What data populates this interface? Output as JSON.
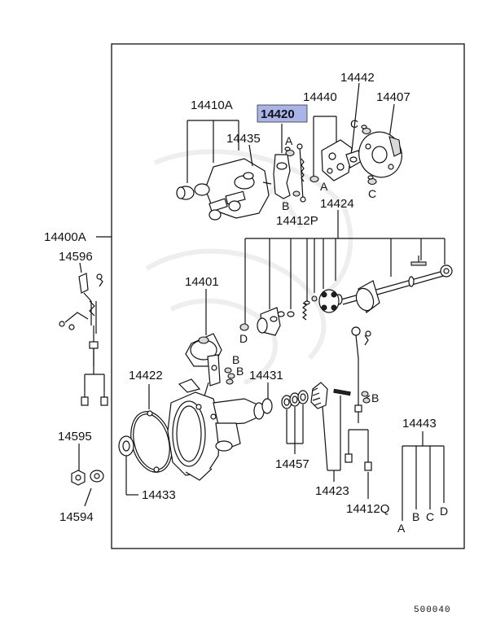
{
  "parts": {
    "p14410A": "14410A",
    "p14420": "14420",
    "p14440": "14440",
    "p14442": "14442",
    "p14407": "14407",
    "p14435": "14435",
    "p14412P": "14412P",
    "p14424": "14424",
    "p14400A": "14400A",
    "p14596": "14596",
    "p14401": "14401",
    "p14422": "14422",
    "p14431": "14431",
    "p14443": "14443",
    "p14595": "14595",
    "p14594": "14594",
    "p14433": "14433",
    "p14457": "14457",
    "p14423": "14423",
    "p14412Q": "14412Q"
  },
  "letters": {
    "a": "A",
    "b": "B",
    "c": "C",
    "d": "D"
  },
  "highlight_color": "#a9b4e8",
  "footer_code": "500040"
}
